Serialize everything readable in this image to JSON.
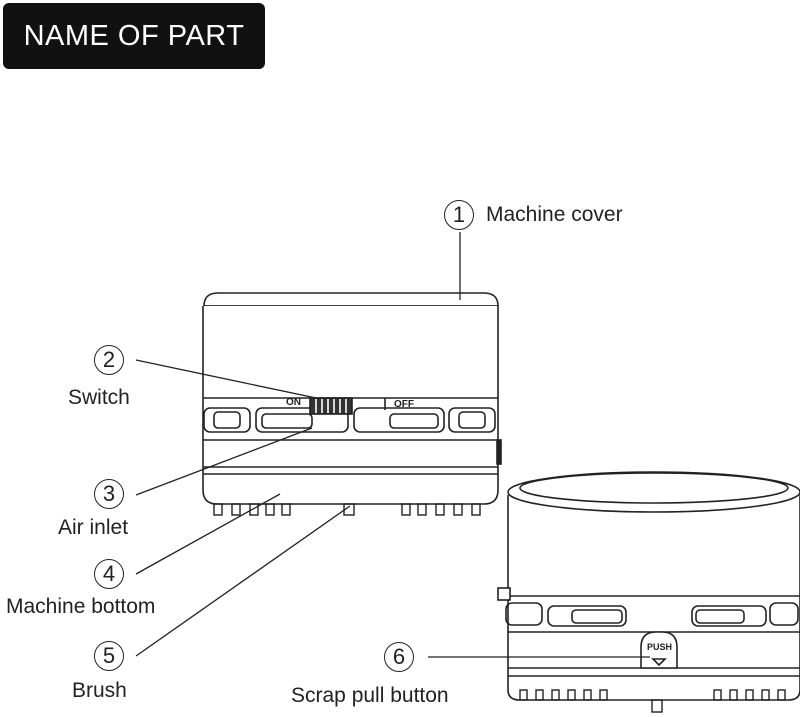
{
  "header": {
    "title": "NAME OF PART"
  },
  "parts": [
    {
      "number": "1",
      "label": "Machine cover"
    },
    {
      "number": "2",
      "label": "Switch"
    },
    {
      "number": "3",
      "label": "Air inlet"
    },
    {
      "number": "4",
      "label": "Machine bottom"
    },
    {
      "number": "5",
      "label": "Brush"
    },
    {
      "number": "6",
      "label": "Scrap pull button"
    }
  ],
  "device": {
    "switch_on": "ON",
    "switch_off": "OFF",
    "push_label": "PUSH"
  }
}
